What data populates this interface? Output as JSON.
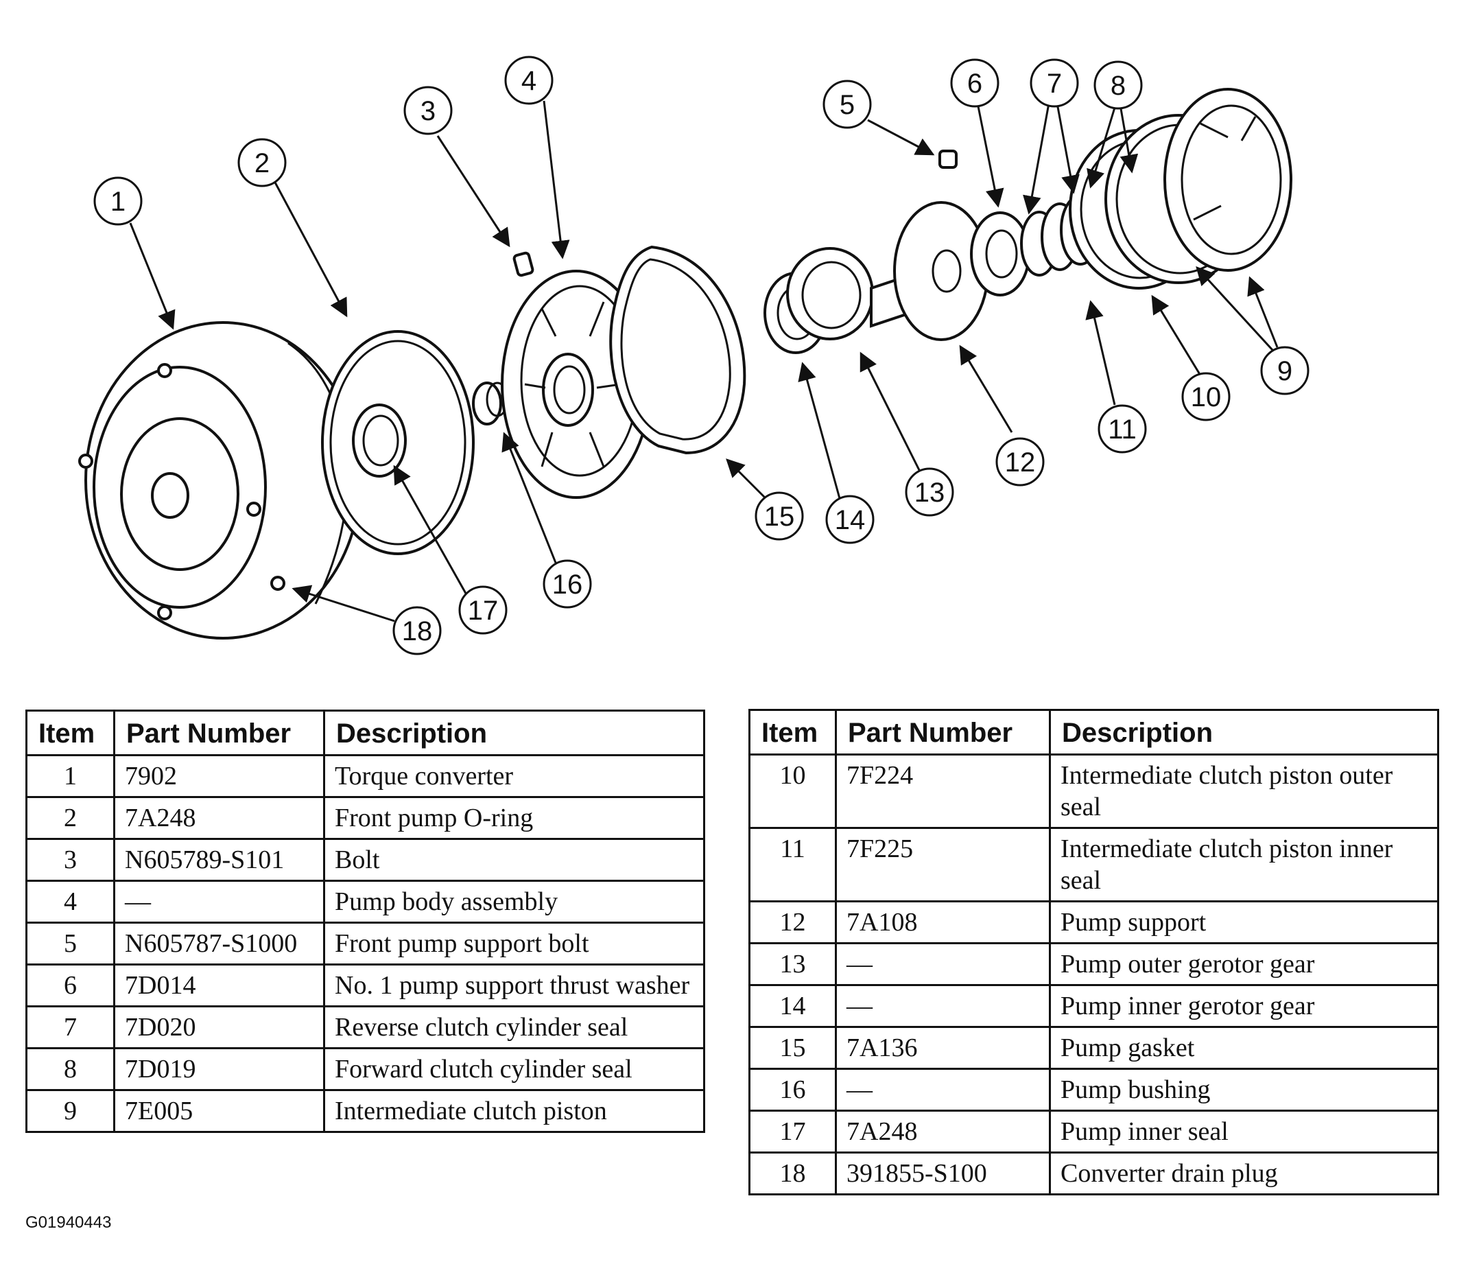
{
  "callouts": [
    "1",
    "2",
    "3",
    "4",
    "5",
    "6",
    "7",
    "8",
    "9",
    "10",
    "11",
    "12",
    "13",
    "14",
    "15",
    "16",
    "17",
    "18"
  ],
  "table_left": {
    "headers": {
      "item": "Item",
      "part_number": "Part Number",
      "description": "Description"
    },
    "rows": [
      {
        "item": "1",
        "part_number": "7902",
        "description": "Torque converter"
      },
      {
        "item": "2",
        "part_number": "7A248",
        "description": "Front pump O-ring"
      },
      {
        "item": "3",
        "part_number": "N605789-S101",
        "description": "Bolt"
      },
      {
        "item": "4",
        "part_number": "—",
        "description": "Pump body assembly"
      },
      {
        "item": "5",
        "part_number": "N605787-S1000",
        "description": "Front pump support bolt"
      },
      {
        "item": "6",
        "part_number": "7D014",
        "description": "No. 1 pump support thrust washer"
      },
      {
        "item": "7",
        "part_number": "7D020",
        "description": "Reverse clutch cylinder seal"
      },
      {
        "item": "8",
        "part_number": "7D019",
        "description": "Forward clutch cylinder seal"
      },
      {
        "item": "9",
        "part_number": "7E005",
        "description": "Intermediate clutch piston"
      }
    ]
  },
  "table_right": {
    "headers": {
      "item": "Item",
      "part_number": "Part Number",
      "description": "Description"
    },
    "rows": [
      {
        "item": "10",
        "part_number": "7F224",
        "description": "Intermediate clutch piston outer seal"
      },
      {
        "item": "11",
        "part_number": "7F225",
        "description": "Intermediate clutch piston inner seal"
      },
      {
        "item": "12",
        "part_number": "7A108",
        "description": "Pump support"
      },
      {
        "item": "13",
        "part_number": "—",
        "description": "Pump outer gerotor gear"
      },
      {
        "item": "14",
        "part_number": "—",
        "description": "Pump inner gerotor gear"
      },
      {
        "item": "15",
        "part_number": "7A136",
        "description": "Pump gasket"
      },
      {
        "item": "16",
        "part_number": "—",
        "description": "Pump bushing"
      },
      {
        "item": "17",
        "part_number": "7A248",
        "description": "Pump inner seal"
      },
      {
        "item": "18",
        "part_number": "391855-S100",
        "description": "Converter drain plug"
      }
    ]
  },
  "figure_code": "G01940443"
}
